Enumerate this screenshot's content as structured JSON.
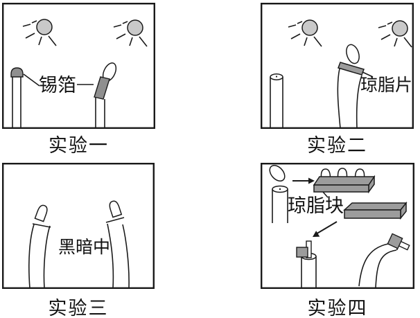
{
  "colors": {
    "background": "#ffffff",
    "line": "#1a1a1a",
    "sun_fill": "#c9c9c9",
    "foil_fill": "#8f8f8f",
    "agar_fill": "#9c9c9c",
    "tip_fill": "#ffffff"
  },
  "icons": {
    "sun": "sun-icon: grey circle with dashed and solid rays (light source)",
    "arrow": "arrow-icon: line with solid triangular head"
  },
  "panels": [
    {
      "caption": "实验一",
      "label": "锡箔"
    },
    {
      "caption": "实验二",
      "label": "琼脂片"
    },
    {
      "caption": "实验三",
      "label": "黑暗中"
    },
    {
      "caption": "实验四",
      "label": "琼脂块"
    }
  ]
}
